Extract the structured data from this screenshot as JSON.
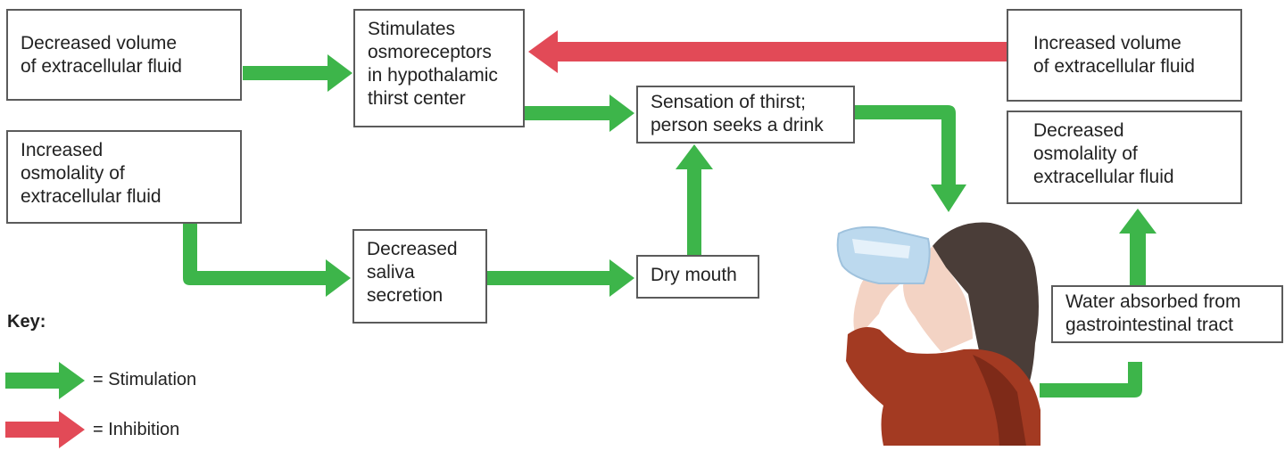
{
  "boxes": {
    "dec_volume": "Decreased volume\nof extracellular fluid",
    "inc_osmolality": "Increased\nosmolality of\nextracellular fluid",
    "stimulates": "Stimulates\nosmoreceptors\nin hypothalamic\nthirst center",
    "dec_saliva": "Decreased\nsaliva\nsecretion",
    "thirst": "Sensation of thirst;\nperson seeks a drink",
    "dry_mouth": "Dry mouth",
    "inc_volume": "Increased volume\nof extracellular fluid",
    "dec_osmolality": "Decreased\nosmolality of\nextracellular fluid",
    "water_absorbed": "Water absorbed from\ngastrointestinal tract"
  },
  "key": {
    "title": "Key:",
    "stimulation": "= Stimulation",
    "inhibition": "= Inhibition"
  },
  "colors": {
    "stimulation": "#3db54a",
    "inhibition": "#e24a57",
    "box_border": "#5b5b5b",
    "shirt": "#a33a22",
    "skin": "#f3d3c4",
    "hair": "#4a3d38",
    "glass": "#bcd9ee"
  }
}
